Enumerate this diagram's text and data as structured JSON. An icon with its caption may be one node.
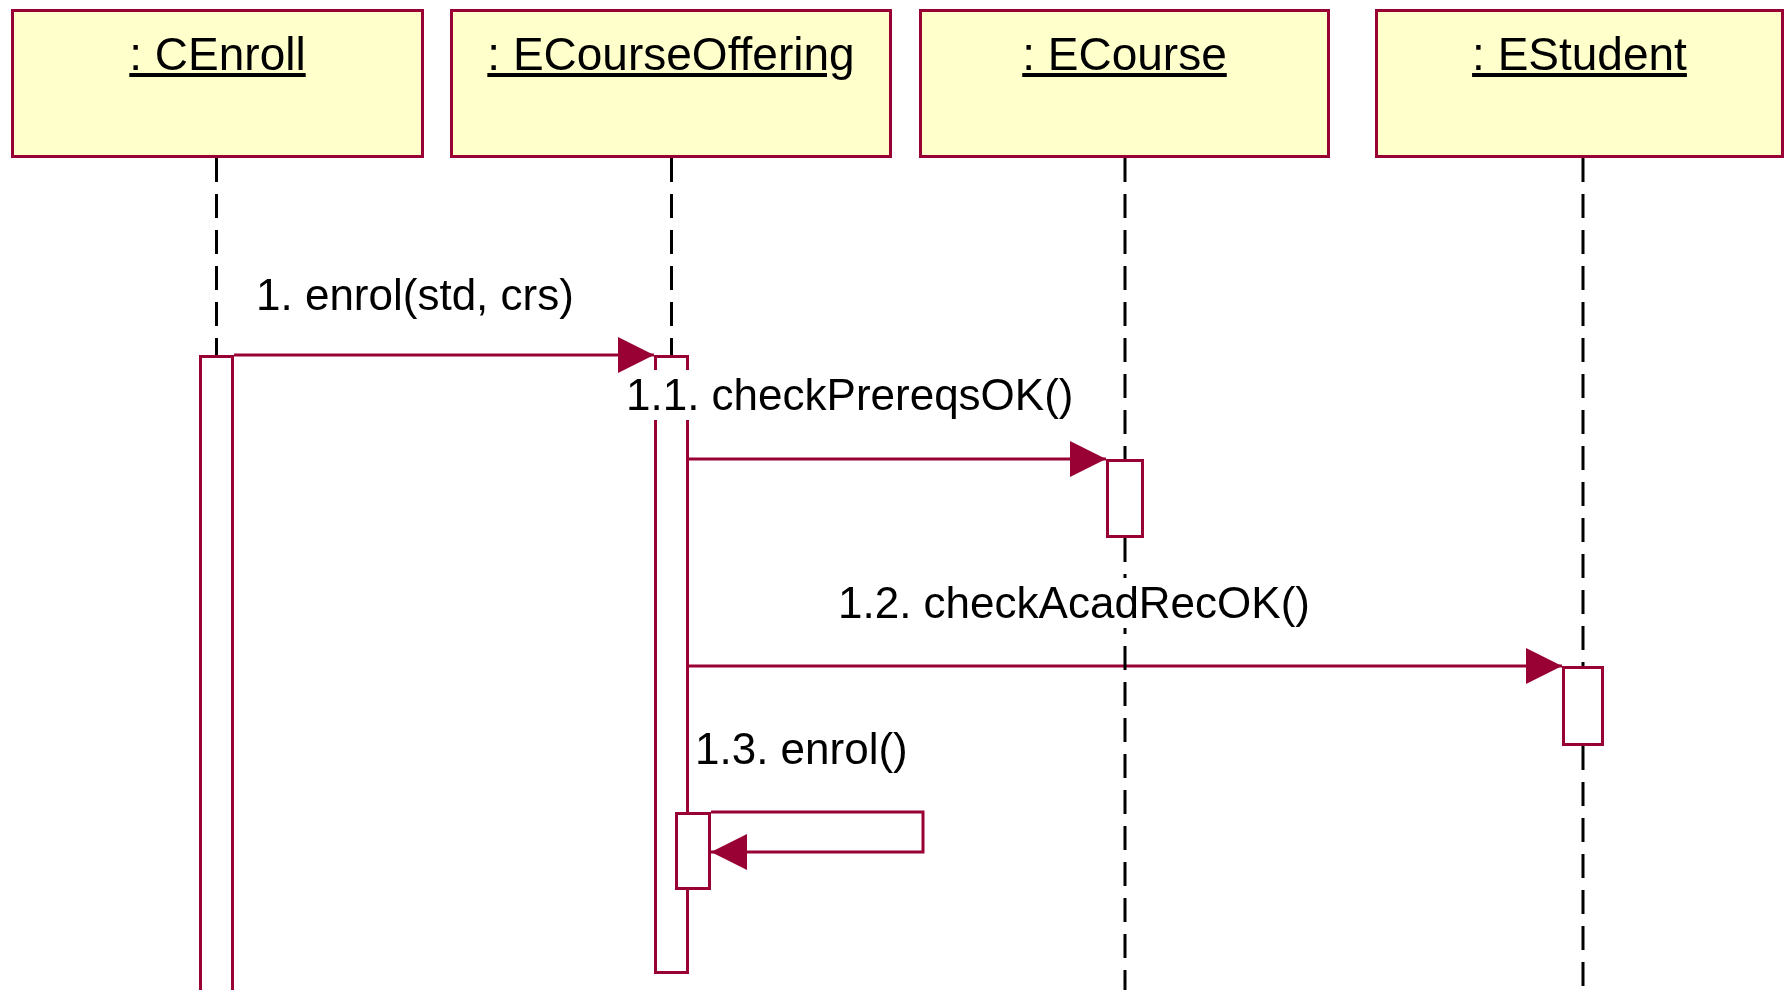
{
  "diagram": {
    "nodes": [
      {
        "text": [
          ": CEnroll"
        ]
      },
      {
        "text": [
          ": ECourseOffering"
        ]
      },
      {
        "text": [
          ": ECourse"
        ]
      },
      {
        "text": [
          ": EStudent"
        ]
      },
      {
        "text": [],
        "shape": "bar"
      },
      {
        "text": [],
        "shape": "bar"
      },
      {
        "text": [],
        "shape": "bar"
      },
      {
        "text": [],
        "shape": "bar"
      },
      {
        "text": [],
        "shape": "bar"
      }
    ],
    "edges": [
      {
        "from": 4,
        "to": 5,
        "arrow": "to",
        "label": "1. enrol(std, crs)",
        "color": "#990033"
      },
      {
        "from": 5,
        "to": 6,
        "arrow": "to",
        "label": "1.1. checkPrereqsOK()",
        "color": "#990033"
      },
      {
        "from": 5,
        "to": 7,
        "arrow": "to",
        "label": "1.2. checkAcadRecOK()",
        "color": "#990033"
      },
      {
        "from": 8,
        "to": 8,
        "arrow": "to",
        "label": "1.3. enrol()",
        "color": "#990033"
      },
      {
        "from": 0,
        "to": 4,
        "arrow": "none",
        "style": "dashed"
      },
      {
        "from": 1,
        "to": 5,
        "arrow": "none",
        "style": "dashed"
      },
      {
        "from": 2,
        "to": 6,
        "arrow": "none",
        "style": "dashed"
      },
      {
        "from": 6,
        "to": null,
        "arrow": "none",
        "style": "dashed"
      },
      {
        "from": 3,
        "to": 7,
        "arrow": "none",
        "style": "dashed"
      },
      {
        "from": 7,
        "to": null,
        "arrow": "none",
        "style": "dashed"
      }
    ]
  }
}
